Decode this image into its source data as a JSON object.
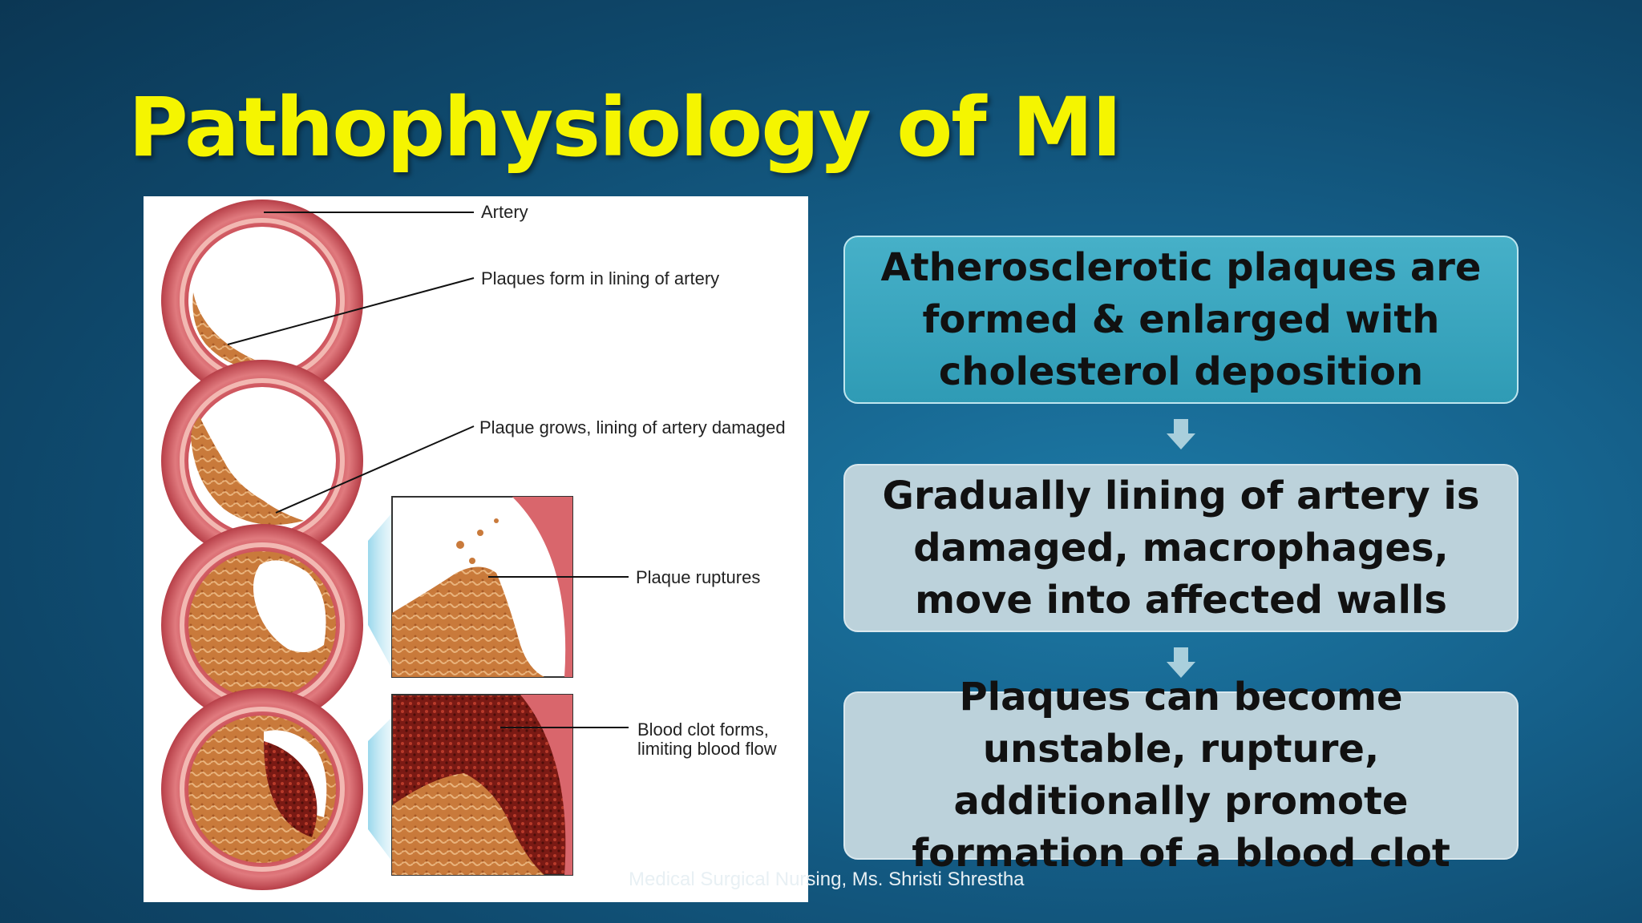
{
  "slide": {
    "title": "Pathophysiology of MI",
    "footer": "Medical Surgical Nursing, Ms. Shristi Shrestha"
  },
  "figure": {
    "labels": [
      "Artery",
      "Plaques form in lining of artery",
      "Plaque grows, lining of artery damaged",
      "Plaque ruptures",
      "Blood clot forms,\nlimiting blood flow"
    ]
  },
  "flow": {
    "steps": [
      "Atherosclerotic plaques are formed & enlarged with cholesterol deposition",
      "Gradually lining of artery is damaged, macrophages, move into affected walls",
      "Plaques can become unstable, rupture, additionally promote formation of a blood clot"
    ]
  },
  "colors": {
    "title": "#f5f500",
    "box_primary": "#3aa6bf",
    "box_secondary": "#bcd2db",
    "artery_wall": "#d9666c",
    "plaque": "#c9793a",
    "clot": "#7a1a14"
  },
  "icons": [
    "down-arrow-icon"
  ]
}
